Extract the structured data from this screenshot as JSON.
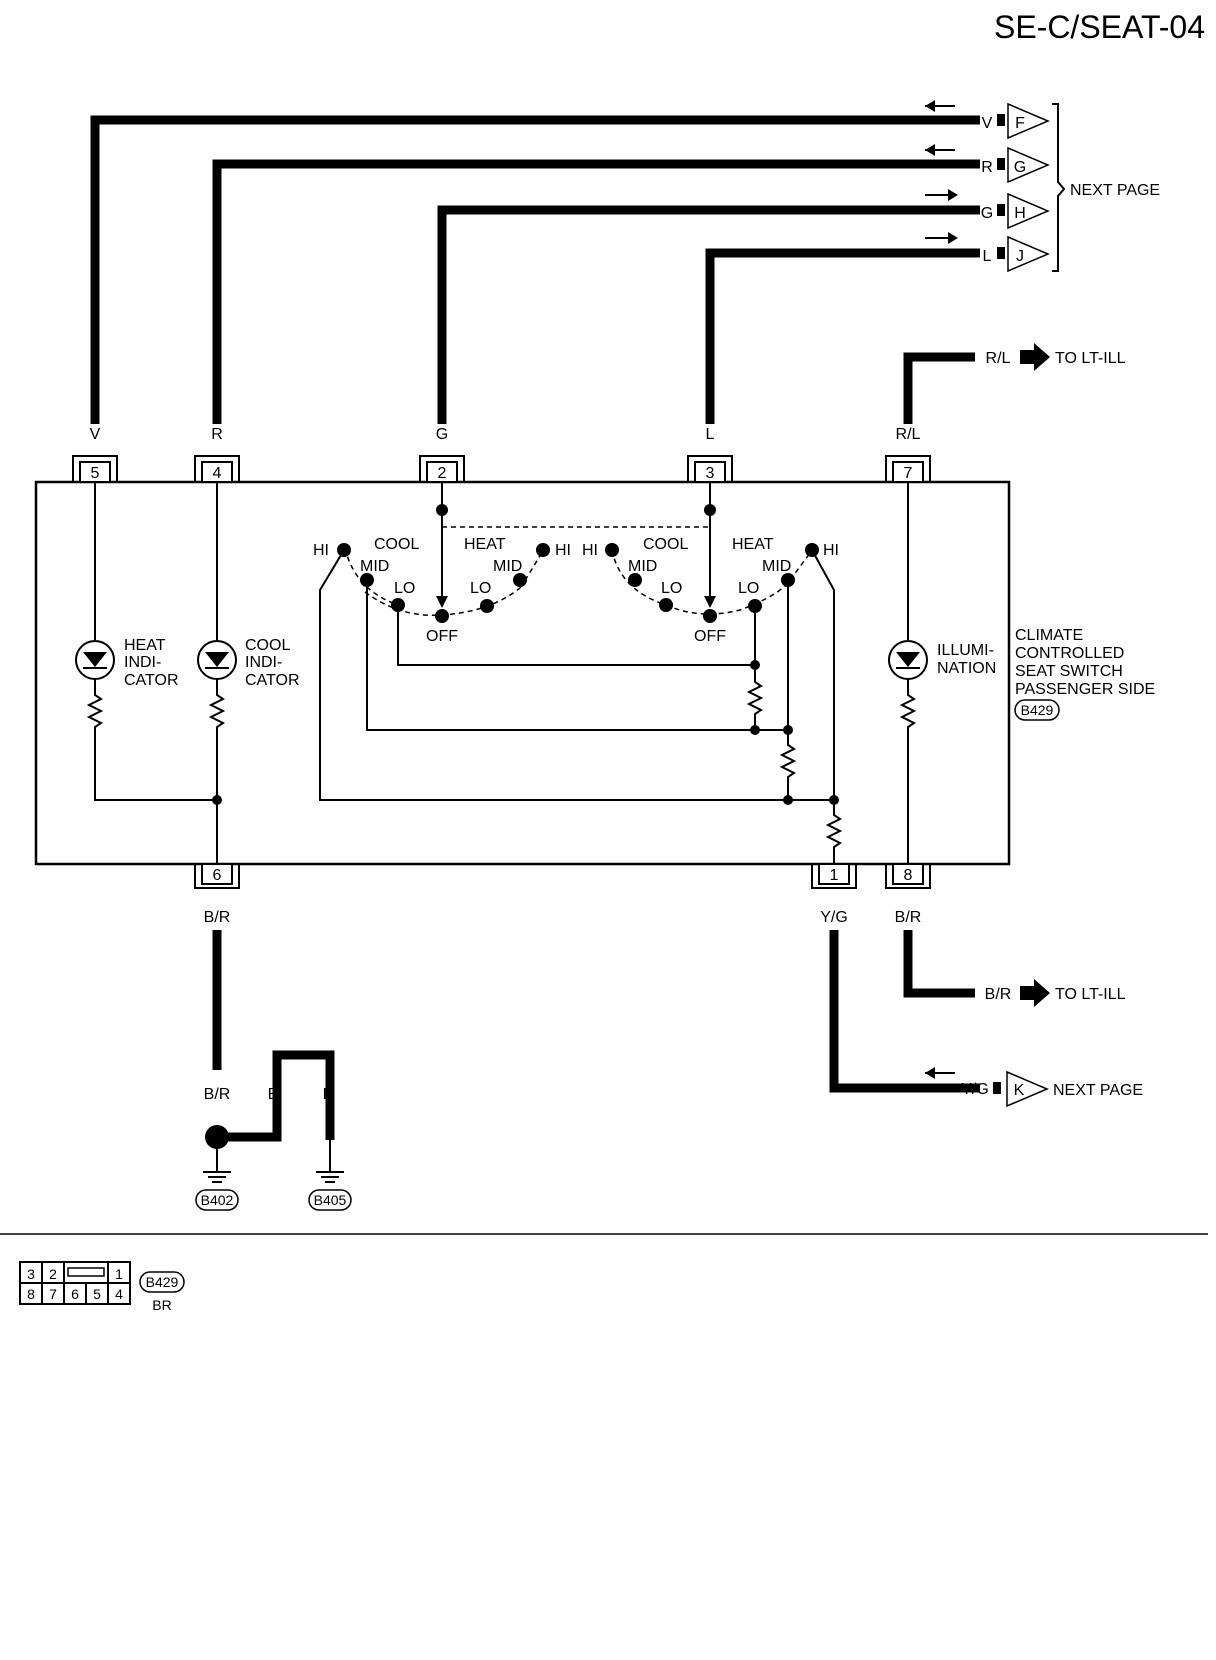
{
  "page_title": "SE-C/SEAT-04",
  "next_page_label": "NEXT PAGE",
  "to_lt_ill_label": "TO LT-ILL",
  "connectors": {
    "c1": {
      "pin": "1",
      "wire": "Y/G"
    },
    "c2": {
      "pin": "2",
      "wire": "G"
    },
    "c3": {
      "pin": "3",
      "wire": "L"
    },
    "c4": {
      "pin": "4",
      "wire": "R"
    },
    "c5": {
      "pin": "5",
      "wire": "V"
    },
    "c6": {
      "pin": "6",
      "wire": "B/R"
    },
    "c7": {
      "pin": "7",
      "wire": "R/L"
    },
    "c8": {
      "pin": "8",
      "wire": "B/R"
    }
  },
  "page_connectors": {
    "F": {
      "letter": "F",
      "wire": "V"
    },
    "G": {
      "letter": "G",
      "wire": "R"
    },
    "H": {
      "letter": "H",
      "wire": "G"
    },
    "J": {
      "letter": "J",
      "wire": "L"
    },
    "K": {
      "letter": "K",
      "wire": "Y/G"
    }
  },
  "lt_ill": {
    "top_wire": "R/L",
    "bottom_wire": "B/R"
  },
  "component": {
    "name_lines": [
      "CLIMATE",
      "CONTROLLED",
      "SEAT SWITCH",
      "PASSENGER SIDE"
    ],
    "connector_id": "B429",
    "heat_indicator": [
      "HEAT",
      "INDI-",
      "CATOR"
    ],
    "cool_indicator": [
      "COOL",
      "INDI-",
      "CATOR"
    ],
    "illumination": [
      "ILLUMI-",
      "NATION"
    ]
  },
  "switch_labels": {
    "hi": "HI",
    "mid": "MID",
    "lo": "LO",
    "off": "OFF",
    "cool": "COOL",
    "heat": "HEAT"
  },
  "ground": {
    "wire_br": "B/R",
    "wire_b": "B",
    "g1": "B402",
    "g2": "B405"
  },
  "connector_face": {
    "top_pins": [
      "3",
      "2",
      "1"
    ],
    "bottom_pins": [
      "8",
      "7",
      "6",
      "5",
      "4"
    ],
    "id": "B429",
    "color": "BR"
  }
}
